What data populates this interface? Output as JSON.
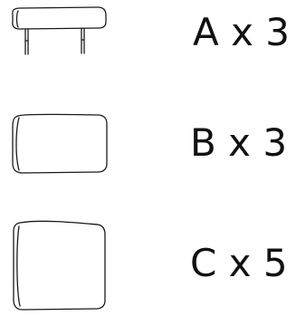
{
  "parts": [
    {
      "id": "A",
      "label": "A x 3",
      "item": "headrest"
    },
    {
      "id": "B",
      "label": "B x 3",
      "item": "back-cushion"
    },
    {
      "id": "C",
      "label": "C x 5",
      "item": "seat-cushion"
    }
  ],
  "colors": {
    "line": "#1a1a1a",
    "text": "#111111",
    "background": "#ffffff"
  }
}
